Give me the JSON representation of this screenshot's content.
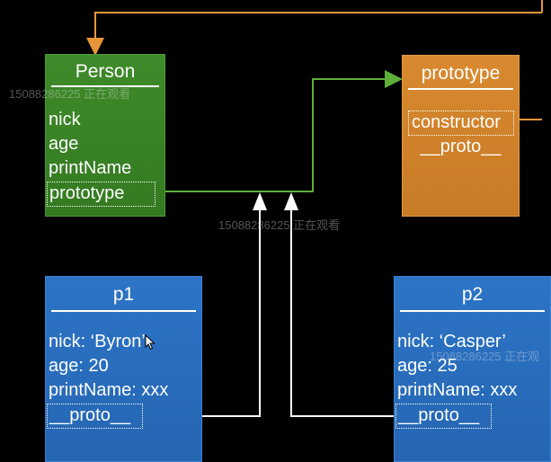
{
  "person": {
    "title": "Person",
    "fields": [
      "nick",
      "age",
      "printName",
      "prototype"
    ]
  },
  "prototype_obj": {
    "title": "prototype",
    "fields": [
      "constructor",
      "__proto__"
    ]
  },
  "p1": {
    "title": "p1",
    "fields": [
      "nick: ‘Byron’",
      "age: 20",
      "printName: xxx",
      "__proto__"
    ]
  },
  "p2": {
    "title": "p2",
    "fields": [
      "nick: ‘Casper’",
      "age: 25",
      "printName: xxx",
      "__proto__"
    ]
  },
  "watermarks": [
    "15088286225 正在观看",
    "15088286225 正在观看",
    "15088286225 正在观"
  ],
  "colors": {
    "background": "#000000",
    "person_box": "#3a8527",
    "prototype_box": "#d2852c",
    "instance_box": "#2a6fc0",
    "orange_wire": "#e8953a",
    "green_wire": "#5fb03a",
    "white_wire": "#ffffff"
  }
}
